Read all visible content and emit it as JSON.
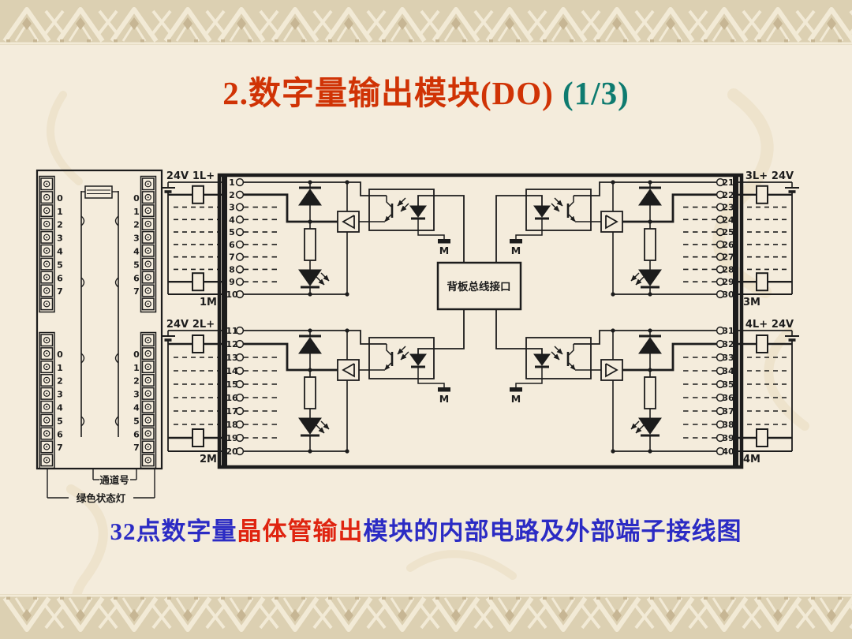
{
  "slide": {
    "title_main": "2.数字量输出模块(DO)",
    "title_part": "(1/3)"
  },
  "caption": [
    {
      "text": "32点数字量",
      "color": "#2b2bc4"
    },
    {
      "text": "晶体管输出",
      "color": "#df2410"
    },
    {
      "text": "模块的内部电路及外部端子接线图",
      "color": "#2b2bc4"
    }
  ],
  "terminal_module": {
    "channel_numbers": [
      "0",
      "1",
      "2",
      "3",
      "4",
      "5",
      "6",
      "7"
    ],
    "channel_label": "通道号",
    "status_light_label": "绿色状态灯"
  },
  "circuit": {
    "backplane_label": "背板总线接口",
    "ground_label": "M",
    "groups": [
      {
        "id": "group1",
        "position": "top-left",
        "supply_label": "24V",
        "plus_label": "1L+",
        "minus_label": "1M",
        "terminals": [
          "1",
          "2",
          "3",
          "4",
          "5",
          "6",
          "7",
          "8",
          "9",
          "10"
        ]
      },
      {
        "id": "group2",
        "position": "bottom-left",
        "supply_label": "24V",
        "plus_label": "2L+",
        "minus_label": "2M",
        "terminals": [
          "11",
          "12",
          "13",
          "14",
          "15",
          "16",
          "17",
          "18",
          "19",
          "20"
        ]
      },
      {
        "id": "group3",
        "position": "top-right",
        "supply_label": "3L+",
        "plus_label": "3L+",
        "minus_label": "3M",
        "terminals": [
          "21",
          "22",
          "23",
          "24",
          "25",
          "26",
          "27",
          "28",
          "29",
          "30"
        ],
        "supply_voltage": "24V"
      },
      {
        "id": "group4",
        "position": "bottom-right",
        "supply_label": "4L+",
        "plus_label": "4L+",
        "minus_label": "4M",
        "terminals": [
          "31",
          "32",
          "33",
          "34",
          "35",
          "36",
          "37",
          "38",
          "39",
          "40"
        ],
        "supply_voltage": "24V"
      }
    ],
    "supply_voltage": "24V"
  },
  "colors": {
    "title_red": "#d03305",
    "title_teal": "#0e7b70",
    "caption_blue": "#2b2bc4",
    "caption_red": "#df2410",
    "line": "#1c1c1c",
    "background": "#f4ecdc",
    "border_bg": "#dcd0b2",
    "border_light": "#f2ead6",
    "border_dark": "#c7b694"
  }
}
